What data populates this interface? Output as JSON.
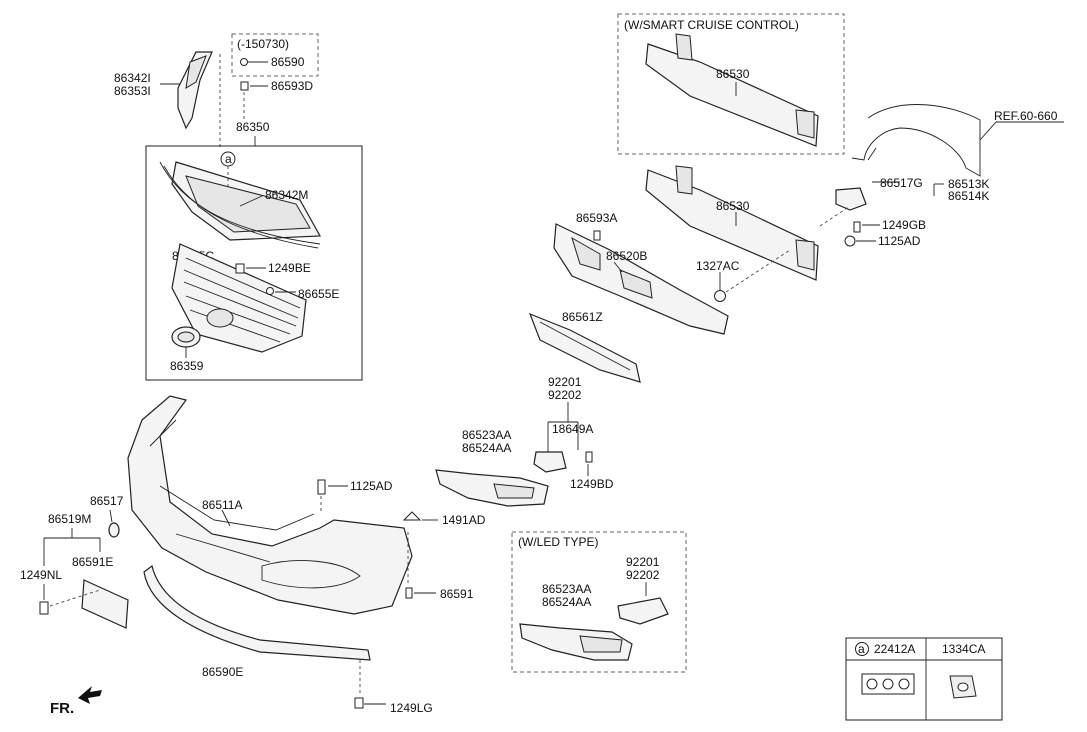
{
  "callouts": {
    "c86342I": "86342I",
    "c86353I": "86353I",
    "c86590": "86590",
    "c86593D": "86593D",
    "c86350": "86350",
    "c86342M": "86342M",
    "c86355C": "86355C",
    "c1249BE": "1249BE",
    "c86655E": "86655E",
    "c86359": "86359",
    "c86530_smart": "86530",
    "c86530": "86530",
    "c86517G": "86517G",
    "c86513K": "86513K",
    "c86514K": "86514K",
    "c1249GB": "1249GB",
    "c1125AD_r": "1125AD",
    "c86593A": "86593A",
    "c86520B": "86520B",
    "c1327AC": "1327AC",
    "c86561Z": "86561Z",
    "c92201": "92201",
    "c92202": "92202",
    "c18649A": "18649A",
    "c86523AA": "86523AA",
    "c86524AA": "86524AA",
    "c1249BD": "1249BD",
    "c1125AD": "1125AD",
    "c1491AD": "1491AD",
    "c86517": "86517",
    "c86519M": "86519M",
    "c86511A": "86511A",
    "c86591E": "86591E",
    "c1249NL": "1249NL",
    "c86591": "86591",
    "c86590E": "86590E",
    "c1249LG": "1249LG",
    "led_92201": "92201",
    "led_92202": "92202",
    "led_86523AA": "86523AA",
    "led_86524AA": "86524AA"
  },
  "labels": {
    "variant_150730": "(-150730)",
    "smart_cruise": "(W/SMART CRUISE CONTROL)",
    "led_type": "(W/LED TYPE)",
    "ref": "REF.60-660",
    "front": "FR.",
    "callout_a": "a"
  },
  "legend_table": {
    "col1_marker": "a",
    "col1_part": "22412A",
    "col2_part": "1334CA"
  }
}
